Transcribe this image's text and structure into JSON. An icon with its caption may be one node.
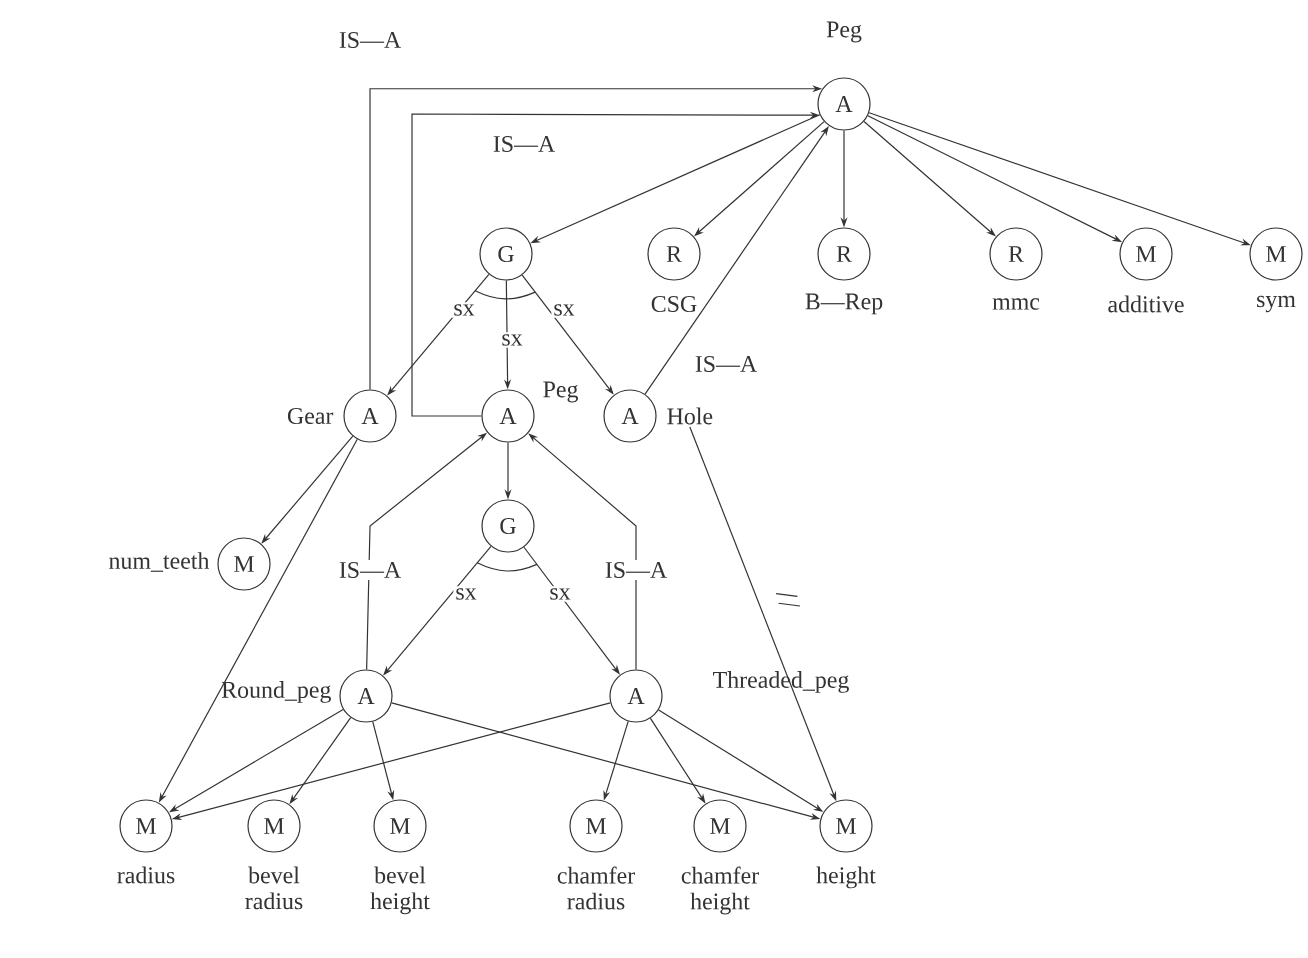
{
  "diagram": {
    "nodes": [
      {
        "text": [
          "A"
        ],
        "beside": [
          "Peg"
        ]
      },
      {
        "text": [
          "G"
        ]
      },
      {
        "text": [
          "R"
        ],
        "beside": [
          "CSG"
        ]
      },
      {
        "text": [
          "R"
        ],
        "beside": [
          "B—Rep"
        ]
      },
      {
        "text": [
          "R"
        ],
        "beside": [
          "mmc"
        ]
      },
      {
        "text": [
          "M"
        ],
        "beside": [
          "additive"
        ]
      },
      {
        "text": [
          "M"
        ],
        "beside": [
          "sym"
        ]
      },
      {
        "text": [
          "A"
        ],
        "beside": [
          "Gear"
        ]
      },
      {
        "text": [
          "A"
        ],
        "beside": [
          "Peg"
        ]
      },
      {
        "text": [
          "A"
        ],
        "beside": [
          "Hole"
        ]
      },
      {
        "text": [
          "G"
        ]
      },
      {
        "text": [
          "M"
        ],
        "beside": [
          "num_teeth"
        ]
      },
      {
        "text": [
          "A"
        ],
        "beside": [
          "Round_peg"
        ]
      },
      {
        "text": [
          "A"
        ],
        "beside": [
          "Threaded_peg"
        ]
      },
      {
        "text": [
          "M"
        ],
        "beside": [
          "radius"
        ]
      },
      {
        "text": [
          "M"
        ],
        "beside": [
          "bevel radius"
        ]
      },
      {
        "text": [
          "M"
        ],
        "beside": [
          "bevel height"
        ]
      },
      {
        "text": [
          "M"
        ],
        "beside": [
          "chamfer radius"
        ]
      },
      {
        "text": [
          "M"
        ],
        "beside": [
          "chamfer height"
        ]
      },
      {
        "text": [
          "M"
        ],
        "beside": [
          "height"
        ]
      }
    ],
    "edges": [
      {
        "from": 7,
        "to": 0,
        "arrow": "to",
        "label": "IS—A"
      },
      {
        "from": 8,
        "to": 0,
        "arrow": "to",
        "label": "IS—A"
      },
      {
        "from": 9,
        "to": 0,
        "arrow": "to",
        "label": "IS—A"
      },
      {
        "from": 0,
        "to": 1,
        "arrow": "to"
      },
      {
        "from": 0,
        "to": 2,
        "arrow": "to"
      },
      {
        "from": 0,
        "to": 3,
        "arrow": "to"
      },
      {
        "from": 0,
        "to": 4,
        "arrow": "to"
      },
      {
        "from": 0,
        "to": 5,
        "arrow": "to"
      },
      {
        "from": 0,
        "to": 6,
        "arrow": "to"
      },
      {
        "from": 1,
        "to": 7,
        "arrow": "to",
        "label": "sx"
      },
      {
        "from": 1,
        "to": 8,
        "arrow": "to",
        "label": "sx"
      },
      {
        "from": 1,
        "to": 9,
        "arrow": "to",
        "label": "sx"
      },
      {
        "from": 8,
        "to": 10,
        "arrow": "to"
      },
      {
        "from": 10,
        "to": 12,
        "arrow": "to",
        "label": "sx"
      },
      {
        "from": 10,
        "to": 13,
        "arrow": "to",
        "label": "sx"
      },
      {
        "from": 12,
        "to": 8,
        "arrow": "to",
        "label": "IS—A"
      },
      {
        "from": 13,
        "to": 8,
        "arrow": "to",
        "label": "IS—A"
      },
      {
        "from": 7,
        "to": 11,
        "arrow": "to"
      },
      {
        "from": 7,
        "to": 14,
        "arrow": "to"
      },
      {
        "from": 12,
        "to": 14,
        "arrow": "to"
      },
      {
        "from": 12,
        "to": 15,
        "arrow": "to"
      },
      {
        "from": 12,
        "to": 16,
        "arrow": "to"
      },
      {
        "from": 12,
        "to": 19,
        "arrow": "to"
      },
      {
        "from": 13,
        "to": 14,
        "arrow": "to"
      },
      {
        "from": 13,
        "to": 17,
        "arrow": "to"
      },
      {
        "from": 13,
        "to": 18,
        "arrow": "to"
      },
      {
        "from": 13,
        "to": 19,
        "arrow": "to"
      },
      {
        "from": 9,
        "to": 19,
        "arrow": "to"
      }
    ]
  }
}
